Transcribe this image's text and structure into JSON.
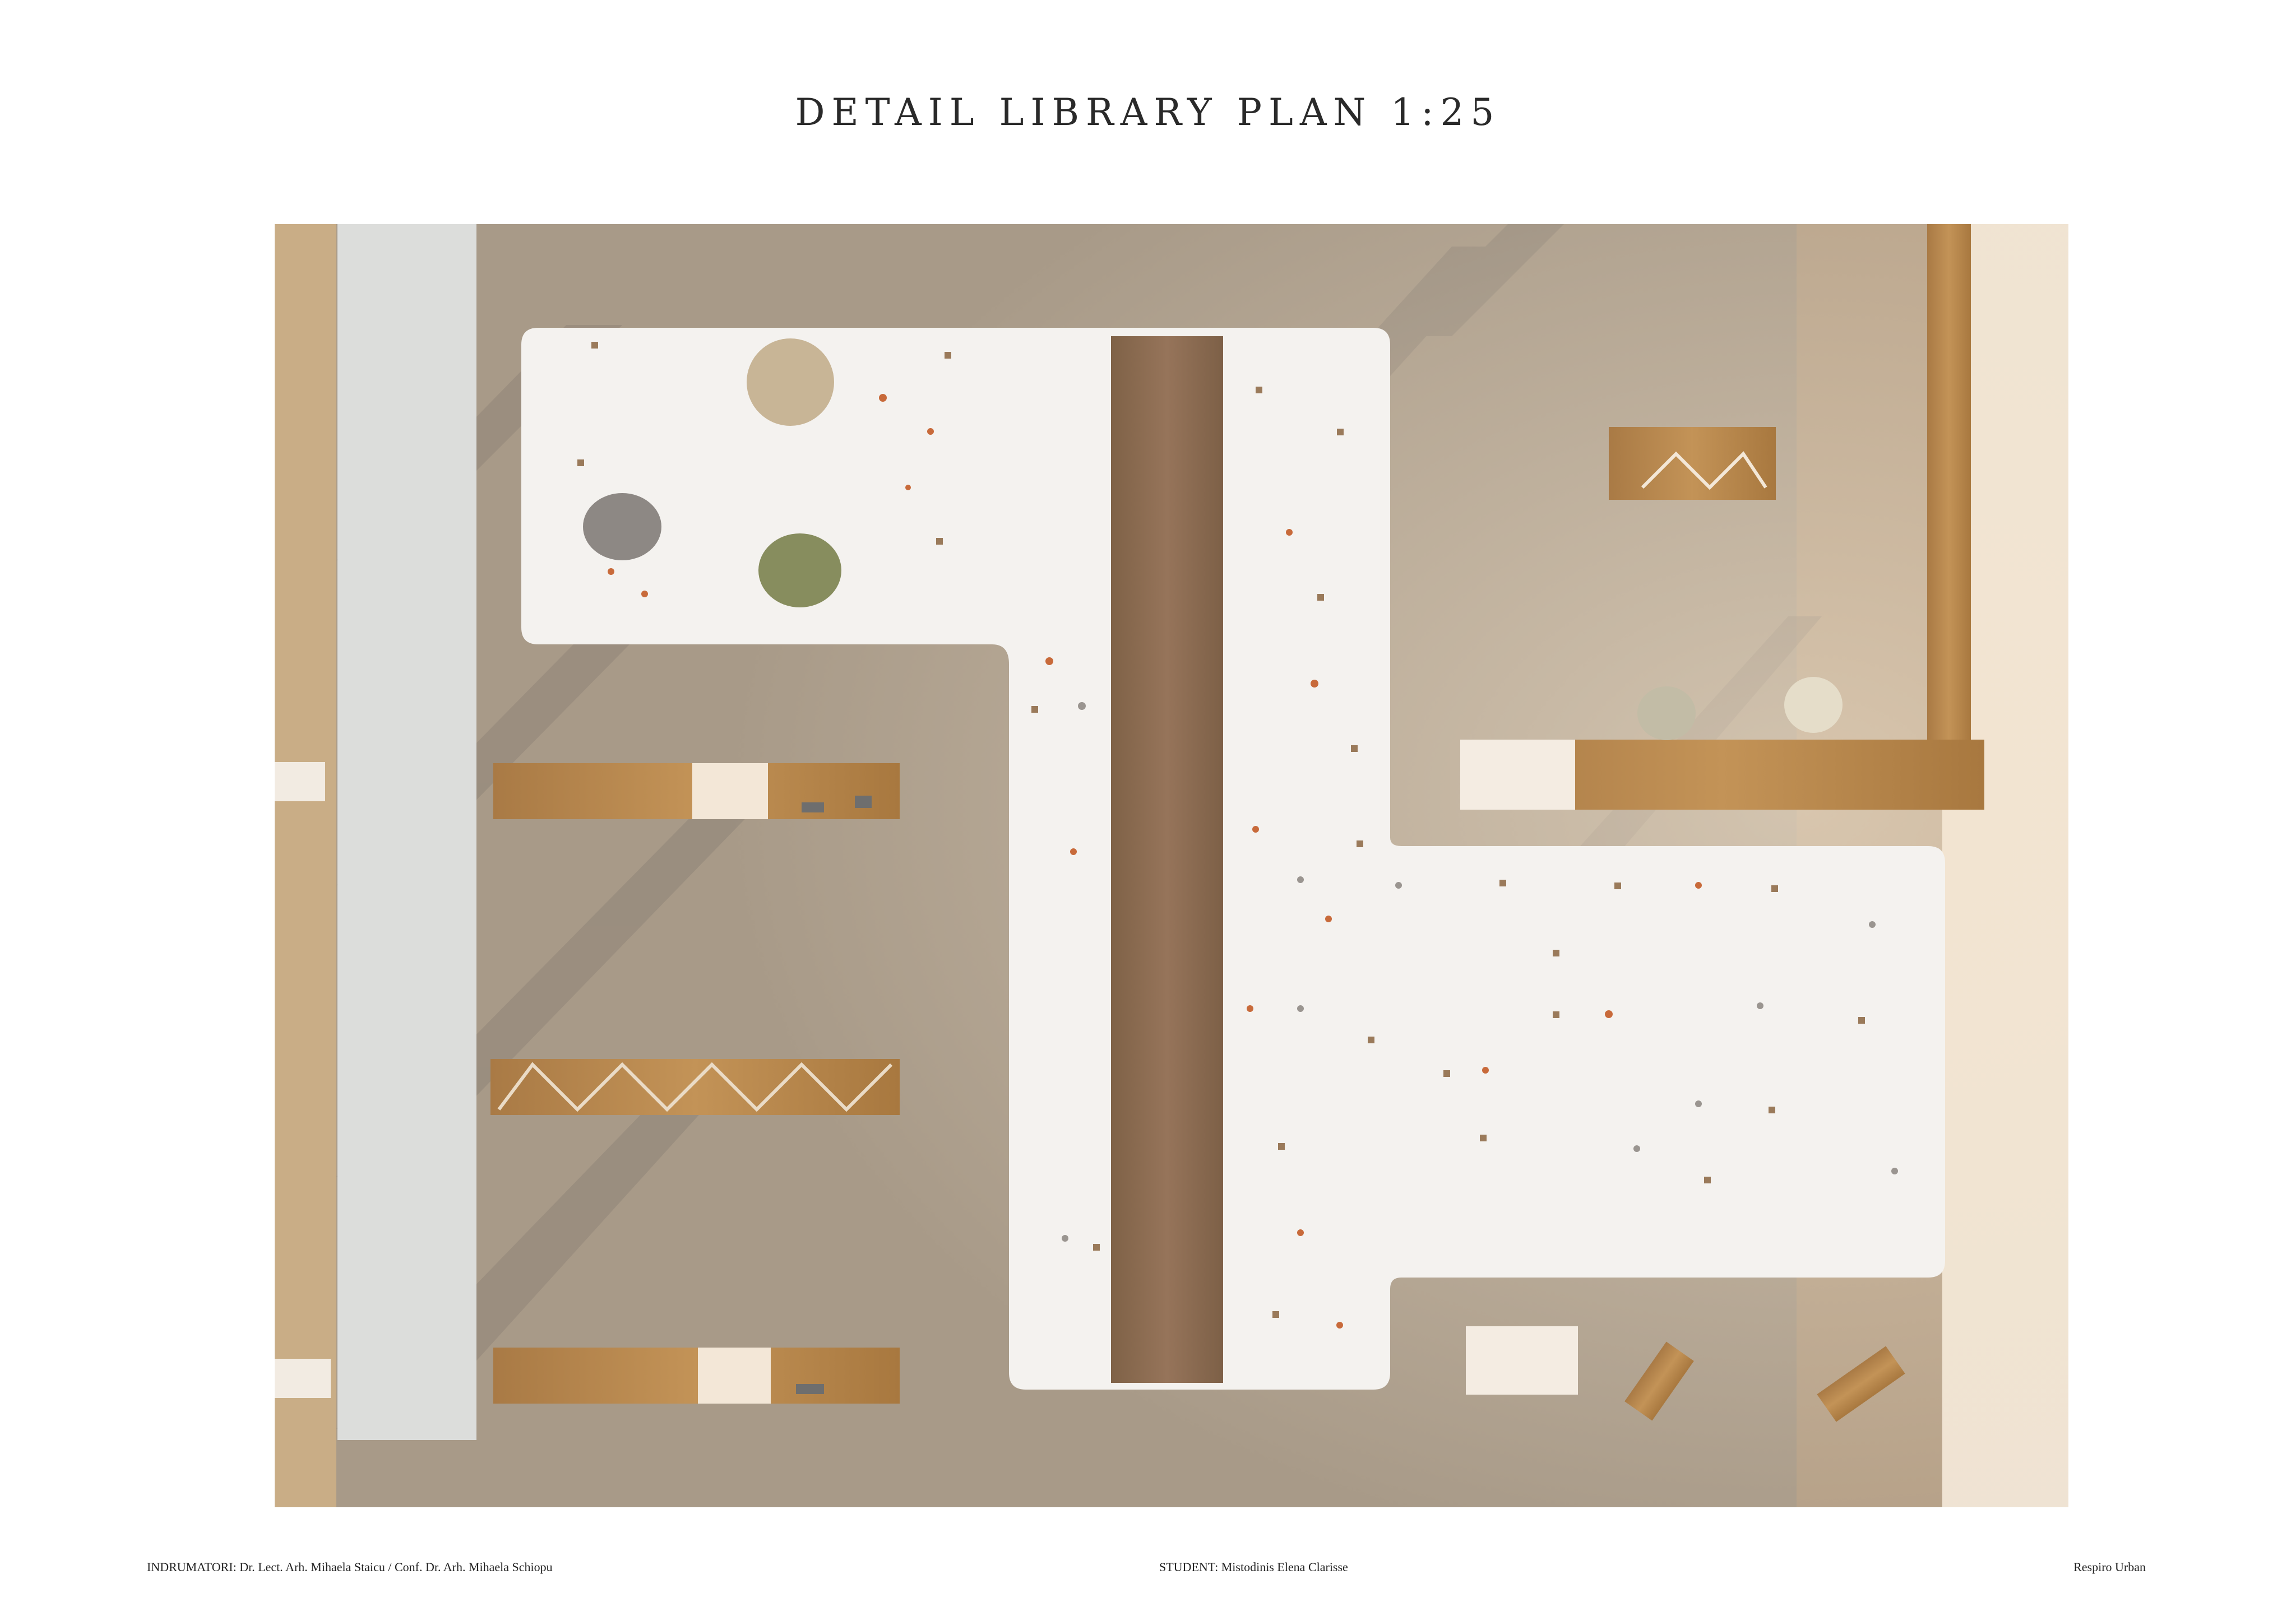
{
  "title": "DETAIL LIBRARY PLAN 1:25",
  "footer": {
    "tutors": "INDRUMATORI:  Dr. Lect. Arh. Mihaela Staicu / Conf. Dr. Arh. Mihaela Schiopu",
    "student": "STUDENT: Mistodinis Elena Clarisse",
    "project": "Respiro Urban"
  },
  "colors": {
    "floor": "#a89a88",
    "floor_shadow": "#8b8175",
    "white_platform": "#f4f2ef",
    "light_grey_panel": "#dcdddb",
    "wood": "#b5884f",
    "wood_dark": "#8a6a4c",
    "cushion_white": "#f4ece2",
    "dot_orange": "#c86a3a",
    "dot_grey": "#9a9590",
    "beanbag_beige": "#c8b596",
    "beanbag_grey": "#8d8884",
    "beanbag_olive": "#878d5e"
  },
  "icons": [
    "beanbag-icon",
    "bookshelf-icon",
    "table-icon"
  ]
}
